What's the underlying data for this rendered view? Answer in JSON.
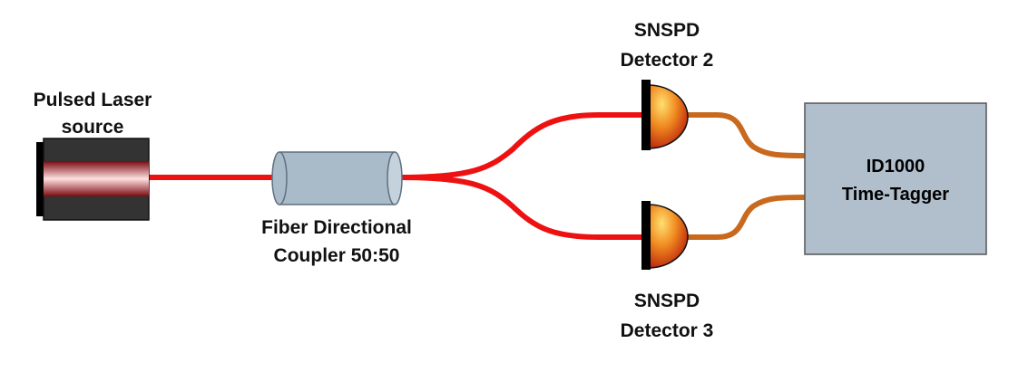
{
  "laser": {
    "label_line1": "Pulsed Laser",
    "label_line2": "source"
  },
  "coupler": {
    "label_line1": "Fiber Directional",
    "label_line2": "Coupler 50:50"
  },
  "detector_top": {
    "label_line1": "SNSPD",
    "label_line2": "Detector 2"
  },
  "detector_bottom": {
    "label_line1": "SNSPD",
    "label_line2": "Detector 3"
  },
  "time_tagger": {
    "label_line1": "ID1000",
    "label_line2": "Time-Tagger"
  },
  "colors": {
    "fiber": "#ee1111",
    "cable": "#c8691e",
    "coupler_body": "#a9bac8",
    "time_tagger_box": "#b1bfcc",
    "laser_body": "#333333",
    "detector_dome": "#e05a10"
  }
}
